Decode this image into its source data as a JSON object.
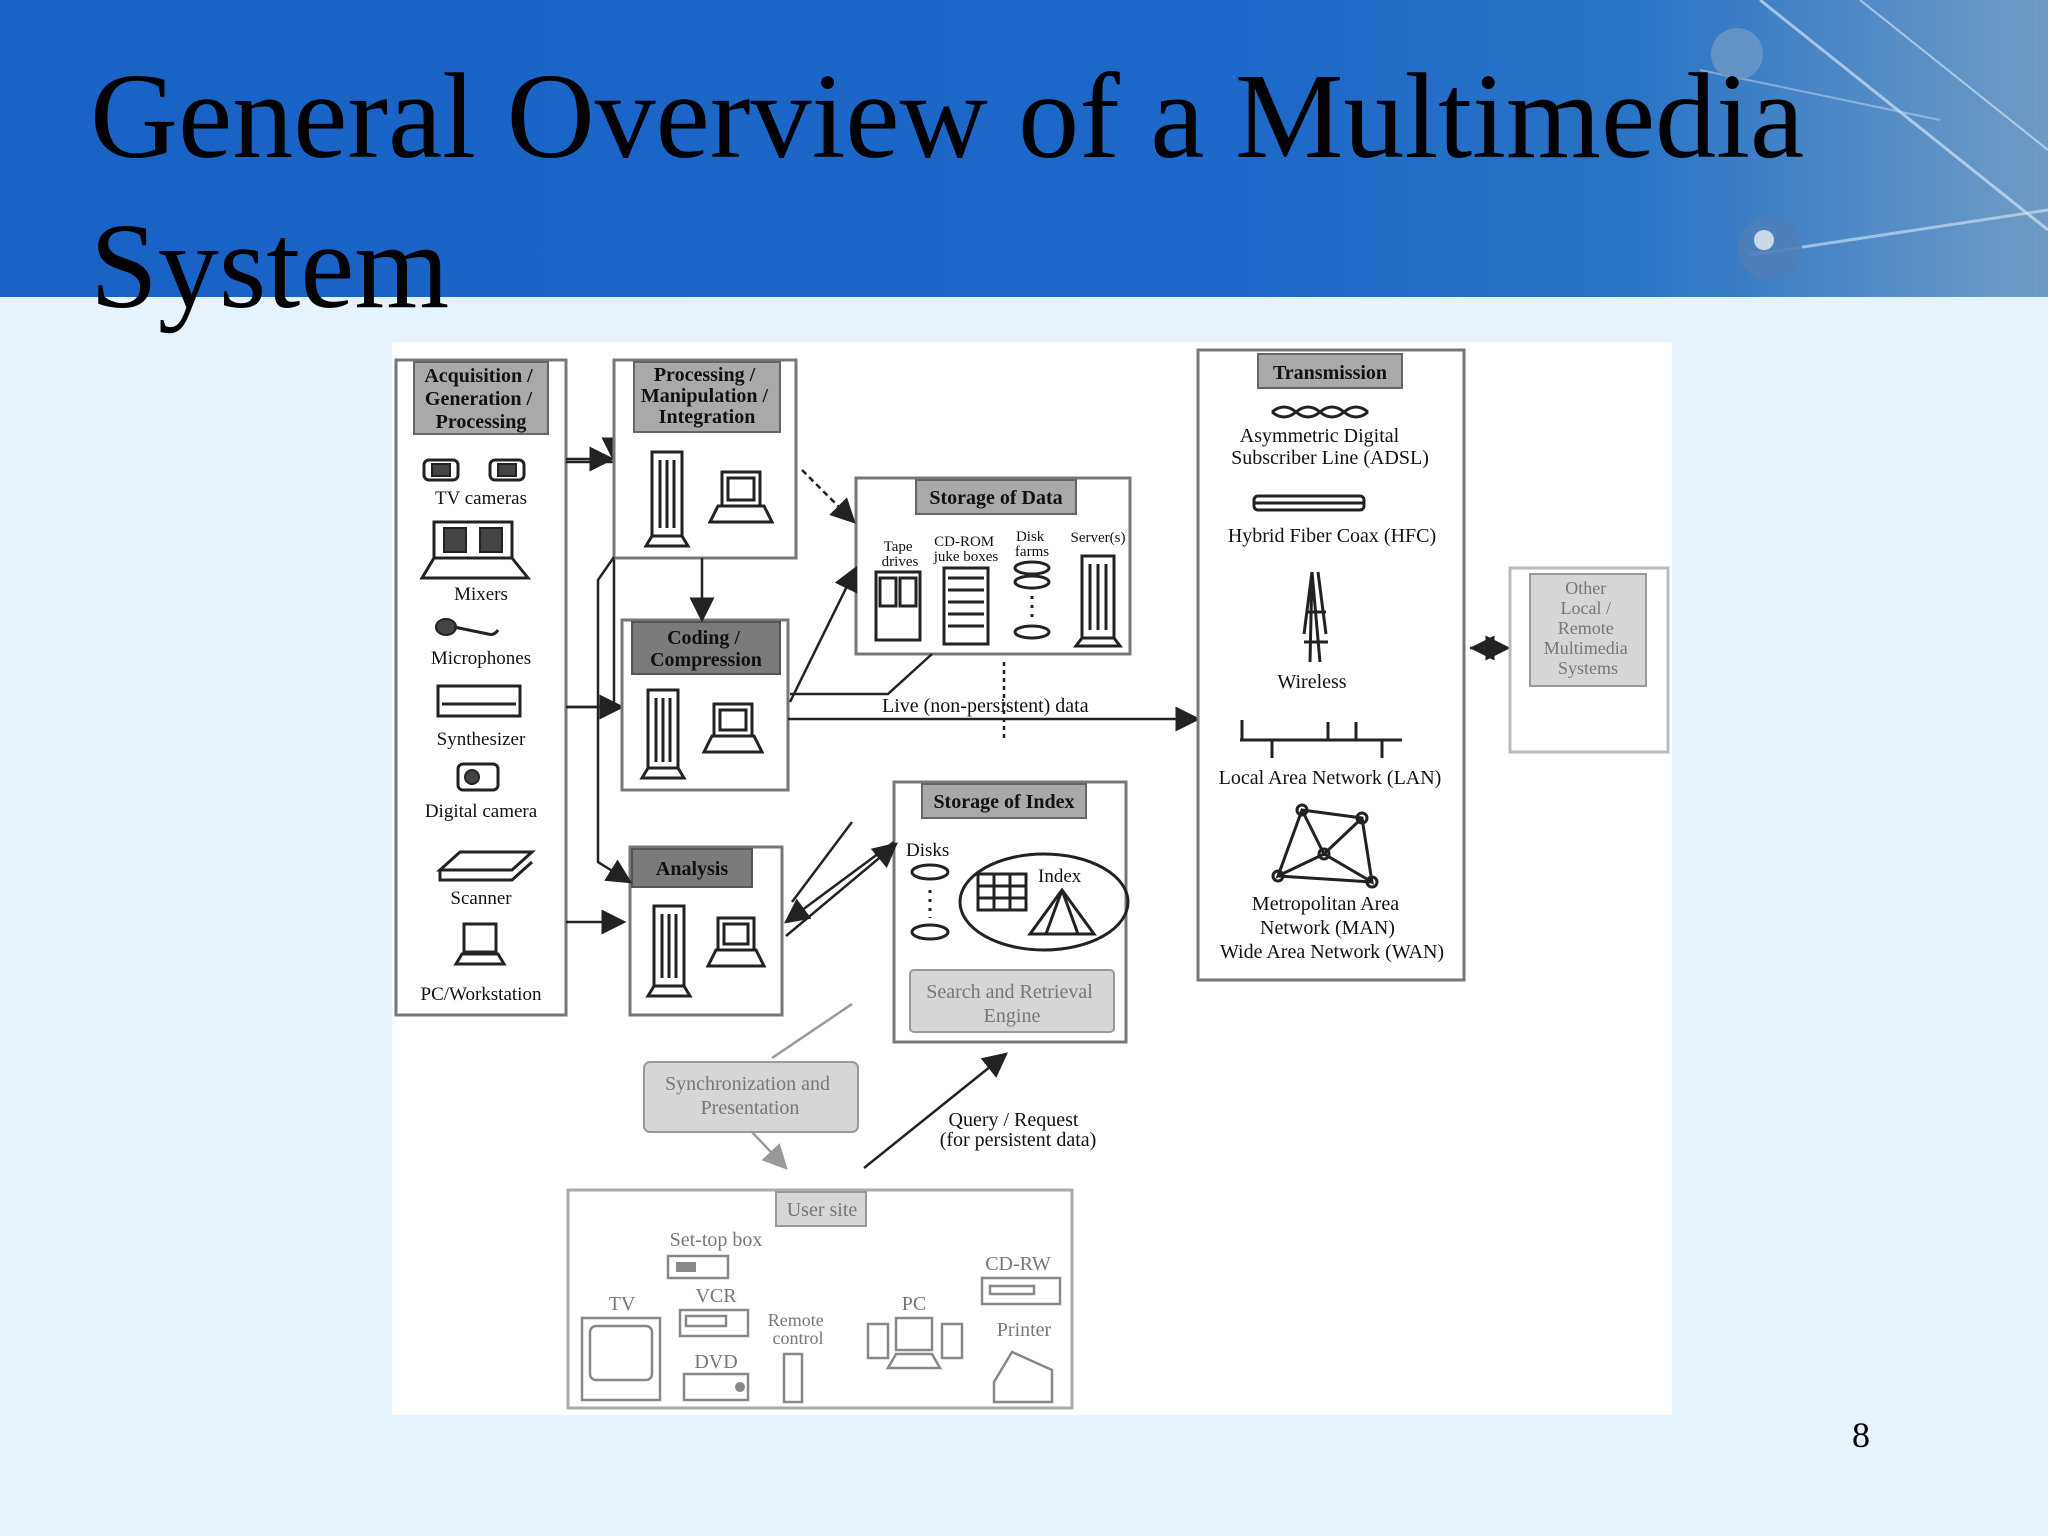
{
  "slide": {
    "title": "General Overview of a Multimedia System",
    "page_number": "8"
  },
  "diagram": {
    "acquisition": {
      "header": [
        "Acquisition /",
        "Generation /",
        "Processing"
      ],
      "devices": [
        "TV cameras",
        "Mixers",
        "Microphones",
        "Synthesizer",
        "Digital camera",
        "Scanner",
        "PC/Workstation"
      ]
    },
    "processing": {
      "header": [
        "Processing /",
        "Manipulation /",
        "Integration"
      ]
    },
    "coding": {
      "header": [
        "Coding /",
        "Compression"
      ]
    },
    "analysis": {
      "header": "Analysis"
    },
    "storage_data": {
      "header": "Storage of Data",
      "tape": [
        "Tape",
        "drives"
      ],
      "cdrom": [
        "CD-ROM",
        "juke boxes"
      ],
      "disk": [
        "Disk",
        "farms"
      ],
      "servers": "Server(s)"
    },
    "live_data": "Live (non-persistent) data",
    "storage_index": {
      "header": "Storage of Index",
      "disks": "Disks",
      "index": "Index",
      "engine": [
        "Search and Retrieval",
        "Engine"
      ]
    },
    "sync": [
      "Synchronization and",
      "Presentation"
    ],
    "query": [
      "Query / Request",
      "(for persistent data)"
    ],
    "transmission": {
      "header": "Transmission",
      "adsl": [
        "Asymmetric Digital",
        "Subscriber Line (ADSL)"
      ],
      "hfc": "Hybrid Fiber Coax (HFC)",
      "wireless": "Wireless",
      "lan": "Local Area Network (LAN)",
      "man": [
        "Metropolitan Area",
        "Network (MAN)",
        "Wide Area Network (WAN)"
      ]
    },
    "other": [
      "Other",
      "Local /",
      "Remote",
      "Multimedia",
      "Systems"
    ],
    "user_site": {
      "header": "User site",
      "settop": "Set-top box",
      "vcr": "VCR",
      "dvd": "DVD",
      "tv": "TV",
      "remote": [
        "Remote",
        "control"
      ],
      "pc": "PC",
      "cdrw": "CD-RW",
      "printer": "Printer"
    }
  }
}
